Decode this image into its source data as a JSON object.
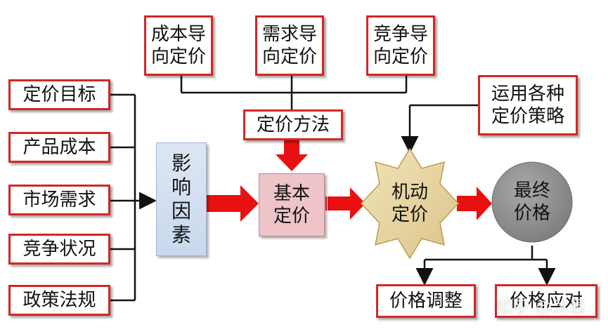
{
  "factors": [
    "定价目标",
    "产品成本",
    "市场需求",
    "竞争状况",
    "政策法规"
  ],
  "influence": "影\n响\n因\n素",
  "methods": [
    "成本导\n向定价",
    "需求导\n向定价",
    "竞争导\n向定价"
  ],
  "method_title": "定价方法",
  "strategy": "运用各种\n定价策略",
  "basic_price": "基本\n定价",
  "flexible_price": "机动\n定价",
  "final_price": "最终\n价格",
  "outcomes": [
    "价格调整",
    "价格应对"
  ],
  "watermark": "知乎 @沐恩",
  "colors": {
    "border": "#d42626",
    "arrow": "#e81010",
    "influence_fill": "#d3dff1",
    "basic_fill": "#eec4c9",
    "flex_fill": "#e8d7a5",
    "final_fill": "#909090"
  }
}
